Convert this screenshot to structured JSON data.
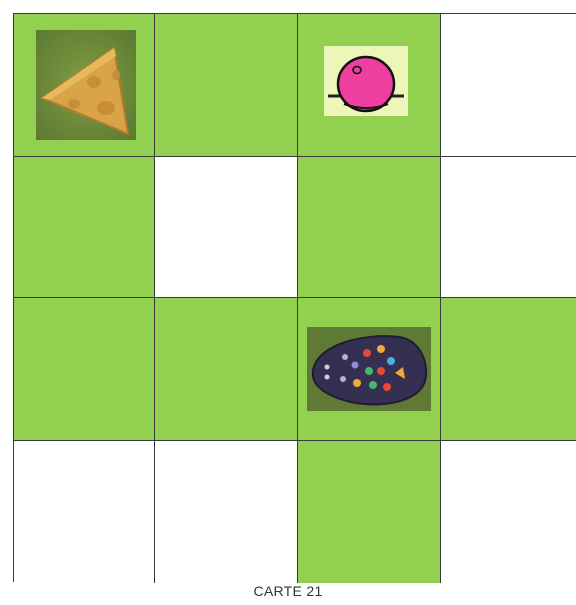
{
  "board": {
    "rows": 4,
    "cols": 4,
    "cells": [
      [
        "green",
        "green",
        "green",
        "white"
      ],
      [
        "green",
        "white",
        "green",
        "white"
      ],
      [
        "green",
        "green",
        "green",
        "green"
      ],
      [
        "white",
        "white",
        "green",
        "white"
      ]
    ],
    "colors": {
      "green": "#92d050",
      "white": "#ffffff",
      "grid_line": "#3a3a3a"
    }
  },
  "pieces": [
    {
      "icon": "cheese-icon",
      "row": 1,
      "col": 1
    },
    {
      "icon": "ladybug-icon",
      "row": 1,
      "col": 3
    },
    {
      "icon": "robot-mouse-icon",
      "row": 3,
      "col": 3
    }
  ],
  "caption": "CARTE 21"
}
